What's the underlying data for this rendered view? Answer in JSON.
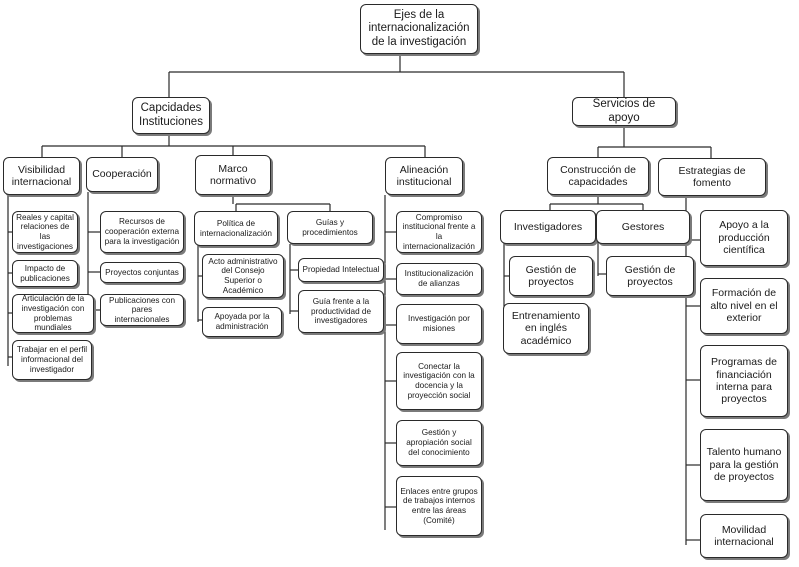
{
  "root": "Ejes de la internacionalización de la investigación",
  "branch_a": {
    "title": "Capcidades Instituciones",
    "visibilidad": {
      "title": "Visibilidad internacional",
      "items": [
        "Reales y capital relaciones de las investigaciones",
        "Impacto de publicaciones",
        "Articulación de la investigación con problemas mundiales",
        "Trabajar en el perfil informacional del investigador"
      ]
    },
    "cooperacion": {
      "title": "Cooperación",
      "items": [
        "Recursos de cooperación externa para la investigación",
        "Proyectos conjuntas",
        "Publicaciones con pares internacionales"
      ]
    },
    "marco": {
      "title": "Marco normativo",
      "politica": {
        "title": "Política de internacionalización",
        "items": [
          "Acto administrativo del Consejo Superior o Académico",
          "Apoyada por la administración"
        ]
      },
      "guias": {
        "title": "Guías y procedimientos",
        "items": [
          "Propiedad Intelectual",
          "Guía frente a la productividad de investigadores"
        ]
      }
    },
    "alineacion": {
      "title": "Alineación institucional",
      "items": [
        "Compromiso institucional frente a la internacionalización",
        "Institucionalización de alianzas",
        "Investigación por misiones",
        "Conectar la investigación con la docencia y la proyección social",
        "Gestión y apropiación social del conocimiento",
        "Enlaces entre grupos de trabajos internos entre las áreas (Comité)"
      ]
    }
  },
  "branch_b": {
    "title": "Servicios de apoyo",
    "construccion": {
      "title": "Construcción de capacidades",
      "investigadores": {
        "title": "Investigadores",
        "items": [
          "Gestión de proyectos",
          "Entrenamiento en inglés académico"
        ]
      },
      "gestores": {
        "title": "Gestores",
        "items": [
          "Gestión de proyectos"
        ]
      }
    },
    "estrategias": {
      "title": "Estrategias de fomento",
      "items": [
        "Apoyo a la producción científica",
        "Formación de alto nivel en el exterior",
        "Programas de financiación interna para proyectos",
        "Talento humano para la gestión de proyectos",
        "Movilidad internacional"
      ]
    }
  }
}
